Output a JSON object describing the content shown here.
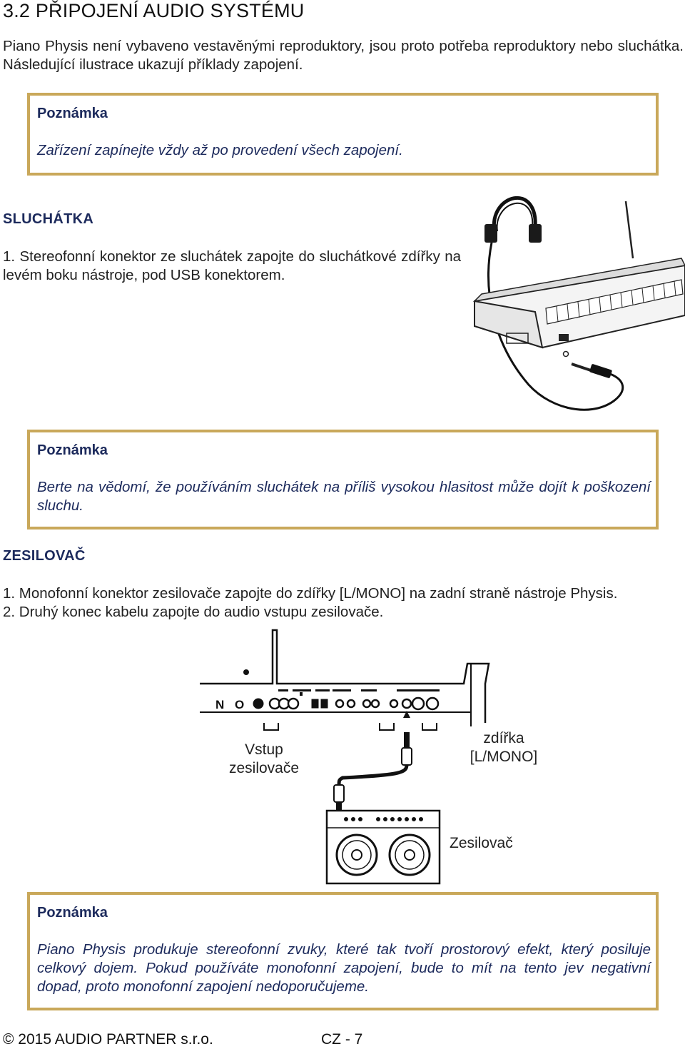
{
  "heading": "3.2 PŘIPOJENÍ AUDIO SYSTÉMU",
  "intro": "Piano Physis není vybaveno vestavěnými reproduktory, jsou proto potřeba reproduktory nebo sluchátka. Následující ilustrace ukazují příklady zapojení.",
  "note1": {
    "title": "Poznámka",
    "text": "Zařízení zapínejte vždy až po provedení všech zapojení."
  },
  "headphones": {
    "heading": "SLUCHÁTKA",
    "step1": "1. Stereofonní konektor ze sluchátek zapojte do sluchátkové zdířky na levém boku nástroje, pod USB konektorem."
  },
  "note2": {
    "title": "Poznámka",
    "text": "Berte na vědomí, že používáním sluchátek na příliš vysokou hlasitost může dojít k poškození sluchu."
  },
  "amplifier": {
    "heading": "ZESILOVAČ",
    "step1": "1. Monofonní konektor zesilovače zapojte do zdířky [L/MONO] na zadní straně nástroje Physis.",
    "step2": "2. Druhý konec kabelu zapojte do audio vstupu zesilovače."
  },
  "diagram": {
    "panel_text": "N O",
    "label_input_line1": "Vstup",
    "label_input_line2": "zesilovače",
    "label_jack_line1": "zdířka",
    "label_jack_line2": "[L/MONO]",
    "label_amp": "Zesilovač"
  },
  "note3": {
    "title": "Poznámka",
    "text": "Piano Physis produkuje stereofonní zvuky, které tak tvoří prostorový efekt, který posiluje celkový dojem. Pokud používáte monofonní zapojení, bude to mít na tento jev negativní dopad, proto monofonní zapojení nedoporučujeme."
  },
  "footer": {
    "copyright": "© 2015 AUDIO PARTNER s.r.o.",
    "page": "CZ - 7"
  }
}
